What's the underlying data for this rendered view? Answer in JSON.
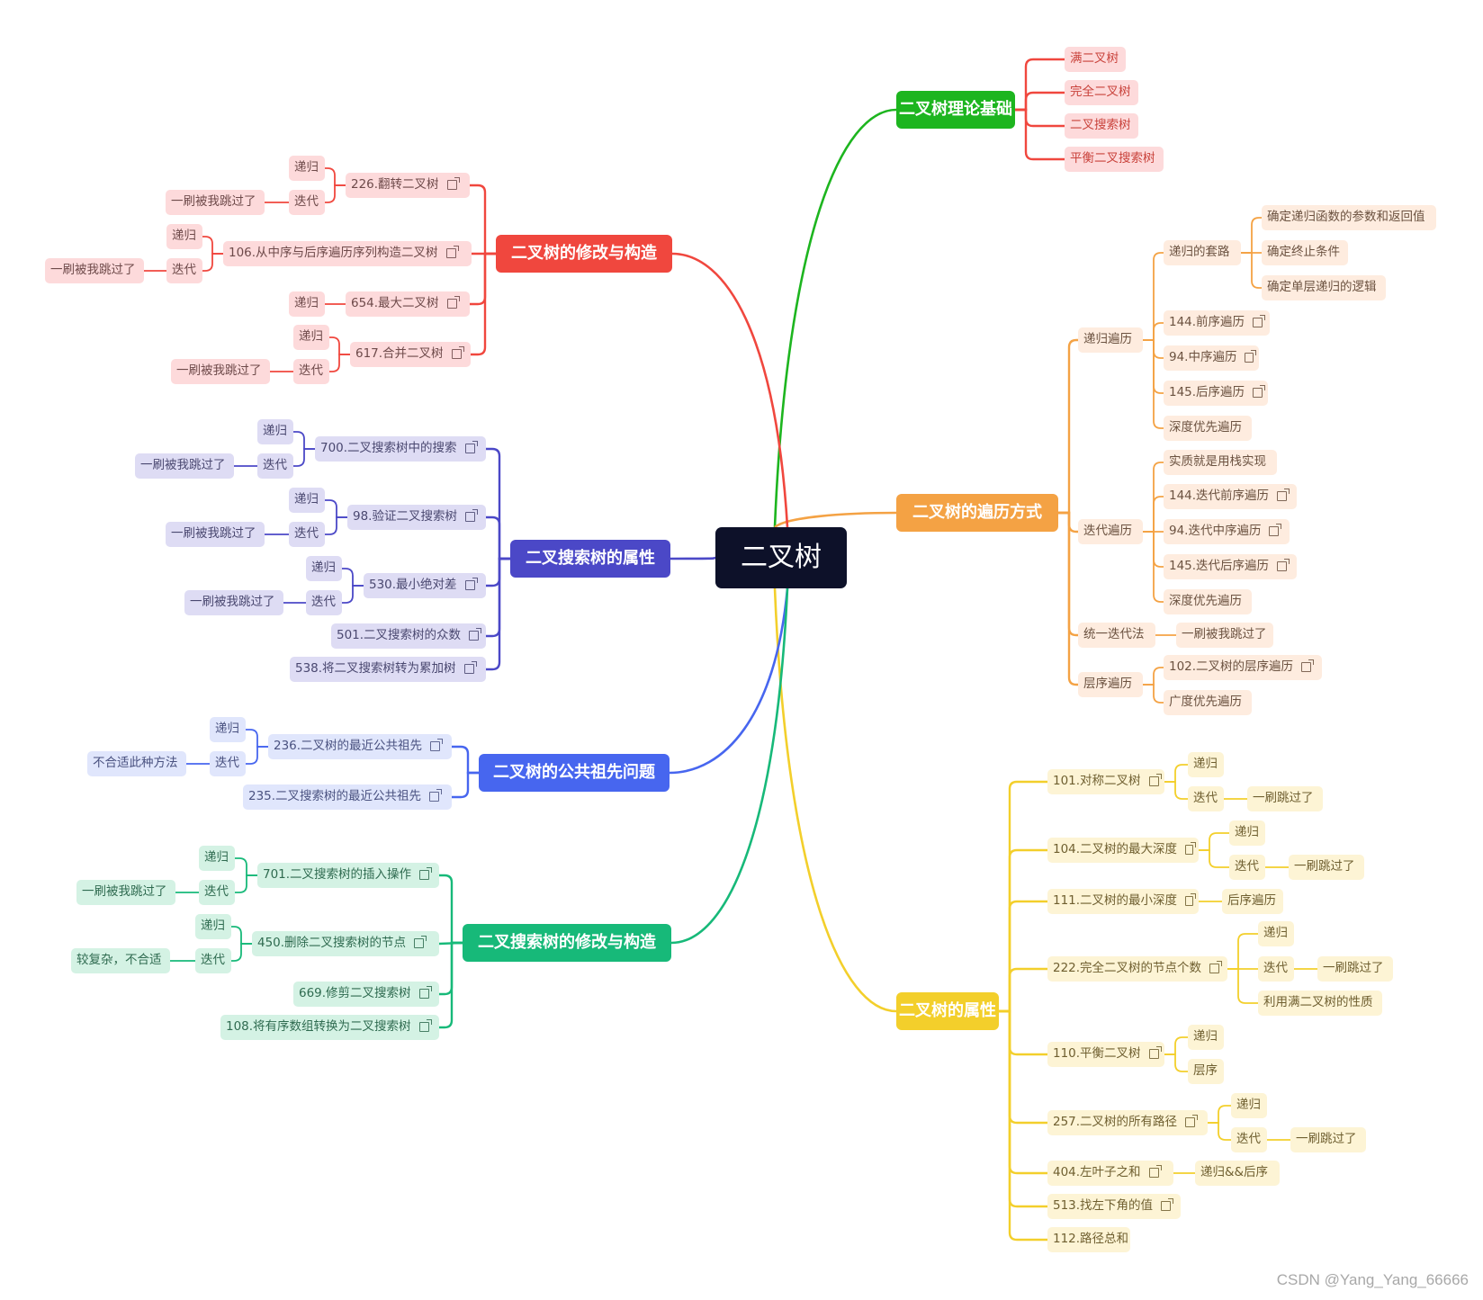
{
  "root": "二叉树",
  "watermark": "CSDN @Yang_Yang_66666",
  "colors": {
    "red": "#f0473e",
    "redBg": "#fddadb",
    "redText": "#6e4a4a",
    "green": "#1db51f",
    "orange": "#f4a244",
    "orangeBg": "#feecdf",
    "orangeText": "#6b5240",
    "purple": "#4b48c7",
    "purpleBg": "#dedcf4",
    "purpleText": "#4a4870",
    "blue": "#4766ef",
    "blueBg": "#e0e6fc",
    "blueText": "#4a5280",
    "teal": "#17b979",
    "tealBg": "#d4f2e4",
    "tealText": "#2f6b50",
    "yellow": "#f3cf2b",
    "yellowBg": "#fdf4d5",
    "yellowText": "#6f5f30"
  },
  "branches": {
    "theory": "二叉树理论基础",
    "traversal": "二叉树的遍历方式",
    "modify": "二叉树的修改与构造",
    "bst_props": "二叉搜索树的属性",
    "lca": "二叉树的公共祖先问题",
    "bst_modify": "二叉搜索树的修改与构造",
    "props": "二叉树的属性"
  },
  "labels": {
    "theory_full": "满二叉树",
    "theory_complete": "完全二叉树",
    "theory_bst": "二叉搜索树",
    "theory_avl": "平衡二叉搜索树",
    "recursion_trav": "递归遍历",
    "recursion_routine": "递归的套路",
    "routine_1": "确定递归函数的参数和返回值",
    "routine_2": "确定终止条件",
    "routine_3": "确定单层递归的逻辑",
    "pre_144": "144.前序遍历",
    "in_94": "94.中序遍历",
    "post_145": "145.后序遍历",
    "dfs_1": "深度优先遍历",
    "iter_trav": "迭代遍历",
    "iter_stack": "实质就是用栈实现",
    "iter_144": "144.迭代前序遍历",
    "iter_94": "94.迭代中序遍历",
    "iter_145": "145.迭代后序遍历",
    "dfs_2": "深度优先遍历",
    "unified": "统一迭代法",
    "unified_skip": "一刷被我跳过了",
    "level": "层序遍历",
    "level_102": "102.二叉树的层序遍历",
    "bfs": "广度优先遍历",
    "m_226": "226.翻转二叉树",
    "m_106": "106.从中序与后序遍历序列构造二叉树",
    "m_654": "654.最大二叉树",
    "m_617": "617.合并二叉树",
    "b_700": "700.二叉搜索树中的搜索",
    "b_98": "98.验证二叉搜索树",
    "b_530": "530.最小绝对差",
    "b_501": "501.二叉搜索树的众数",
    "b_538": "538.将二叉搜索树转为累加树",
    "l_236": "236.二叉树的最近公共祖先",
    "l_235": "235.二叉搜索树的最近公共祖先",
    "l_unfit": "不合适此种方法",
    "s_701": "701.二叉搜索树的插入操作",
    "s_450": "450.删除二叉搜索树的节点",
    "s_669": "669.修剪二叉搜索树",
    "s_108": "108.将有序数组转换为二叉搜索树",
    "s_complex": "较复杂，不合适",
    "p_101": "101.对称二叉树",
    "p_104": "104.二叉树的最大深度",
    "p_111": "111.二叉树的最小深度",
    "p_post": "后序遍历",
    "p_222": "222.完全二叉树的节点个数",
    "p_full": "利用满二叉树的性质",
    "p_110": "110.平衡二叉树",
    "p_level": "层序",
    "p_257": "257.二叉树的所有路径",
    "p_404": "404.左叶子之和",
    "p_rec_post": "递归&&后序",
    "p_513": "513.找左下角的值",
    "p_112": "112.路径总和",
    "recursion": "递归",
    "iteration": "迭代",
    "skipped_me": "一刷被我跳过了",
    "skipped": "一刷跳过了"
  }
}
